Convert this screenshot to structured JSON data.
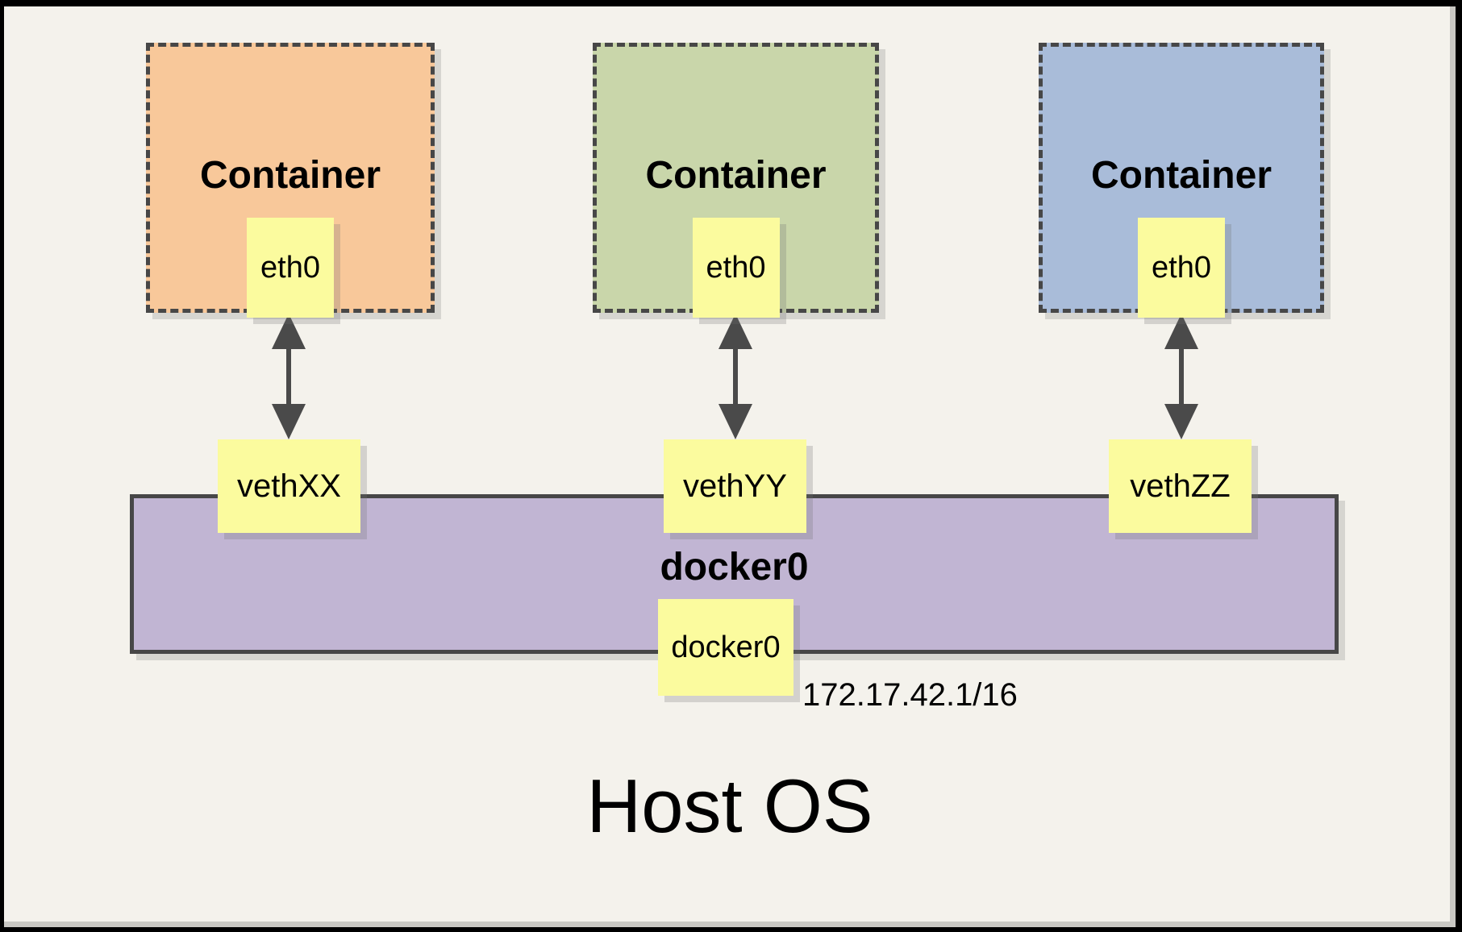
{
  "canvas": {
    "host_label": "Host OS",
    "bridge": {
      "name": "docker0",
      "interface_label": "docker0",
      "ip": "172.17.42.1/16"
    },
    "containers": [
      {
        "title": "Container",
        "interface_label": "eth0",
        "veth_label": "vethXX"
      },
      {
        "title": "Container",
        "interface_label": "eth0",
        "veth_label": "vethYY"
      },
      {
        "title": "Container",
        "interface_label": "eth0",
        "veth_label": "vethZZ"
      }
    ],
    "colors": {
      "container_fills": [
        "#F8C89A",
        "#C9D6AA",
        "#A9BCD9"
      ],
      "note_fill": "#FBFB9E",
      "bridge_fill": "#C1B5D3",
      "line": "#474747",
      "background": "#F4F2EC"
    }
  }
}
